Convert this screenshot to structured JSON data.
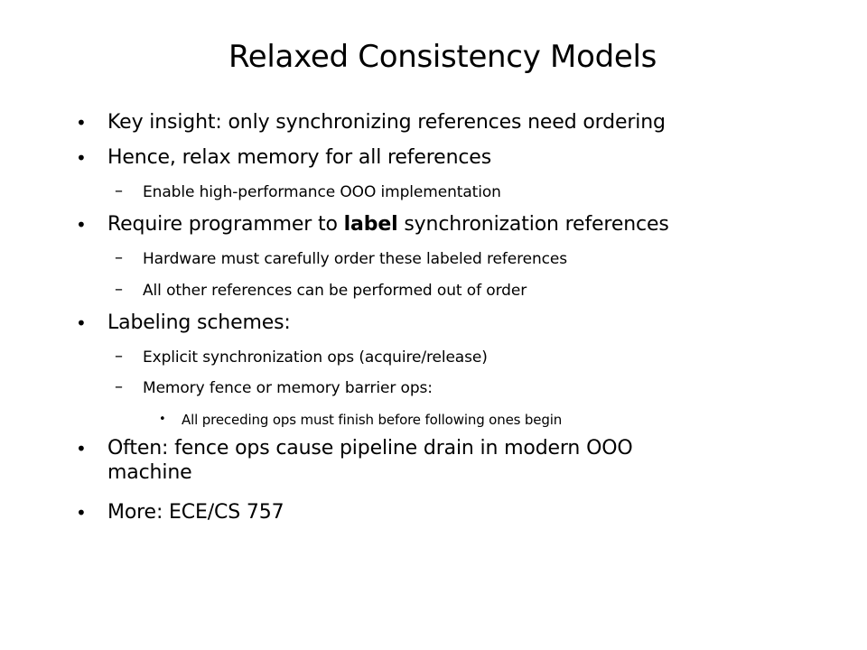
{
  "slide": {
    "title": "Relaxed Consistency Models",
    "bullets": {
      "b1": {
        "marker": "•",
        "text": "Key insight: only synchronizing references need ordering"
      },
      "b2": {
        "marker": "•",
        "text": "Hence, relax memory for all references"
      },
      "b2_1": {
        "marker": "–",
        "text": "Enable high-performance OOO implementation"
      },
      "b3": {
        "marker": "•",
        "text_before": "Require programmer to ",
        "text_bold": "label",
        "text_after": " synchronization references"
      },
      "b3_1": {
        "marker": "–",
        "text": "Hardware must carefully order these labeled references"
      },
      "b3_2": {
        "marker": "–",
        "text": "All other references can be performed out of order"
      },
      "b4": {
        "marker": "•",
        "text": "Labeling schemes:"
      },
      "b4_1": {
        "marker": "–",
        "text": "Explicit synchronization ops (acquire/release)"
      },
      "b4_2": {
        "marker": "–",
        "text": "Memory fence or memory barrier ops:"
      },
      "b4_2_1": {
        "marker": "•",
        "text": "All preceding ops must finish before following ones begin"
      },
      "b5": {
        "marker": "•",
        "text_line1": "Often: fence ops cause pipeline drain in modern OOO",
        "text_line2": "machine"
      },
      "b6": {
        "marker": "•",
        "text": "More: ECE/CS 757"
      }
    }
  }
}
